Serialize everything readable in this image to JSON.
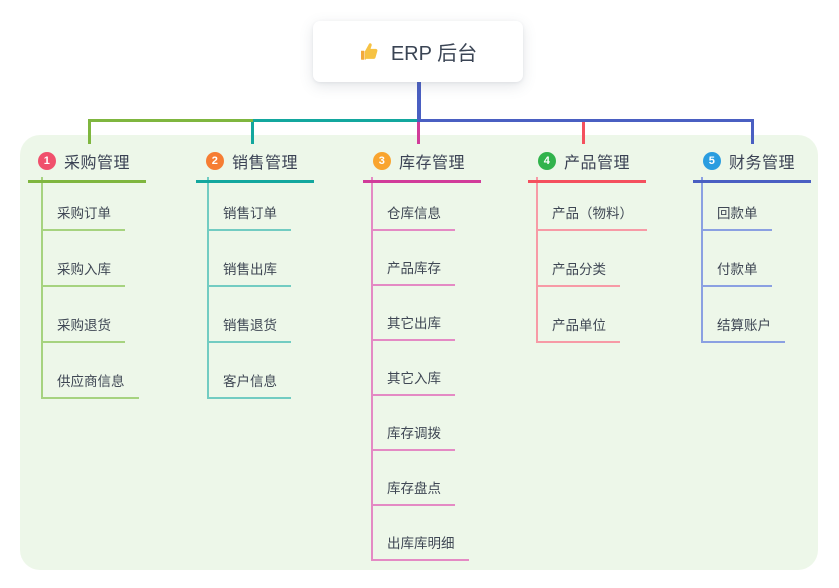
{
  "root": {
    "label": "ERP 后台",
    "icon": "thumbs-up-icon"
  },
  "colors": {
    "trunk_blue": "#4a5fc2",
    "panel_bg": "#edf7e9",
    "root_text": "#3a4454"
  },
  "branches": [
    {
      "index": "1",
      "title": "采购管理",
      "accent": "#7fb63f",
      "light": "#a6d37f",
      "badge_color": "#f0506c",
      "children": [
        "采购订单",
        "采购入库",
        "采购退货",
        "供应商信息"
      ]
    },
    {
      "index": "2",
      "title": "销售管理",
      "accent": "#13a79e",
      "light": "#72ccc2",
      "badge_color": "#f67d33",
      "children": [
        "销售订单",
        "销售出库",
        "销售退货",
        "客户信息"
      ]
    },
    {
      "index": "3",
      "title": "库存管理",
      "accent": "#d13c9a",
      "light": "#e48ac4",
      "badge_color": "#f9a42e",
      "children": [
        "仓库信息",
        "产品库存",
        "其它出库",
        "其它入库",
        "库存调拨",
        "库存盘点",
        "出库库明细"
      ]
    },
    {
      "index": "4",
      "title": "产品管理",
      "accent": "#f4505e",
      "light": "#f79aa6",
      "badge_color": "#31b34c",
      "children": [
        "产品（物料）",
        "产品分类",
        "产品单位"
      ]
    },
    {
      "index": "5",
      "title": "财务管理",
      "accent": "#4a5fc2",
      "light": "#8ba0e2",
      "badge_color": "#2a9de0",
      "children": [
        "回款单",
        "付款单",
        "结算账户"
      ]
    }
  ]
}
